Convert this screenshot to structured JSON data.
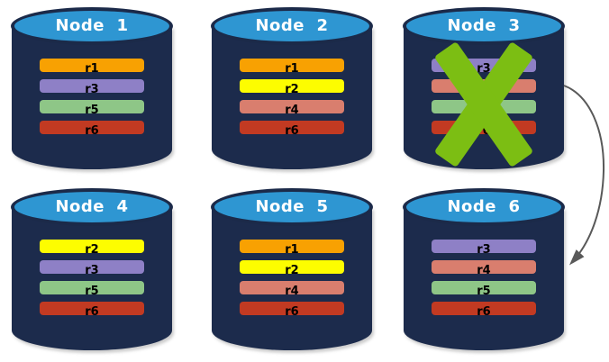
{
  "diagram": {
    "description": "Replicated database cluster with failed node",
    "colors": {
      "background": "#FFFFFF",
      "cylinder_body": "#1C2B4C",
      "cylinder_top": "#2E96D2",
      "cylinder_border": "#1B2A49",
      "node_title_text": "#FFFFFF",
      "replica_label_text": "#000000",
      "x_mark": "#7CBE13",
      "arrow": "#595959"
    },
    "nodes": [
      {
        "id": "node-1",
        "label": "Node  1",
        "crossed_out": false,
        "replicas": [
          {
            "id": "r1",
            "color": "#F8A102"
          },
          {
            "id": "r3",
            "color": "#8E80C6"
          },
          {
            "id": "r5",
            "color": "#8EC687"
          },
          {
            "id": "r6",
            "color": "#C23A22"
          }
        ]
      },
      {
        "id": "node-2",
        "label": "Node  2",
        "crossed_out": false,
        "replicas": [
          {
            "id": "r1",
            "color": "#F8A102"
          },
          {
            "id": "r2",
            "color": "#FDFD00"
          },
          {
            "id": "r4",
            "color": "#D97E6E"
          },
          {
            "id": "r6",
            "color": "#C23A22"
          }
        ]
      },
      {
        "id": "node-3",
        "label": "Node  3",
        "crossed_out": true,
        "replicas": [
          {
            "id": "r3",
            "color": "#8E80C6"
          },
          {
            "id": "r4",
            "color": "#D97E6E"
          },
          {
            "id": "r5",
            "color": "#8EC687"
          },
          {
            "id": "r6",
            "color": "#C23A22"
          }
        ]
      },
      {
        "id": "node-4",
        "label": "Node  4",
        "crossed_out": false,
        "replicas": [
          {
            "id": "r2",
            "color": "#FDFD00"
          },
          {
            "id": "r3",
            "color": "#8E80C6"
          },
          {
            "id": "r5",
            "color": "#8EC687"
          },
          {
            "id": "r6",
            "color": "#C23A22"
          }
        ]
      },
      {
        "id": "node-5",
        "label": "Node  5",
        "crossed_out": false,
        "replicas": [
          {
            "id": "r1",
            "color": "#F8A102"
          },
          {
            "id": "r2",
            "color": "#FDFD00"
          },
          {
            "id": "r4",
            "color": "#D97E6E"
          },
          {
            "id": "r6",
            "color": "#C23A22"
          }
        ]
      },
      {
        "id": "node-6",
        "label": "Node  6",
        "crossed_out": false,
        "replicas": [
          {
            "id": "r3",
            "color": "#8E80C6"
          },
          {
            "id": "r4",
            "color": "#D97E6E"
          },
          {
            "id": "r5",
            "color": "#8EC687"
          },
          {
            "id": "r6",
            "color": "#C23A22"
          }
        ]
      }
    ],
    "arrow": {
      "from": "node-3",
      "to": "node-6"
    }
  }
}
